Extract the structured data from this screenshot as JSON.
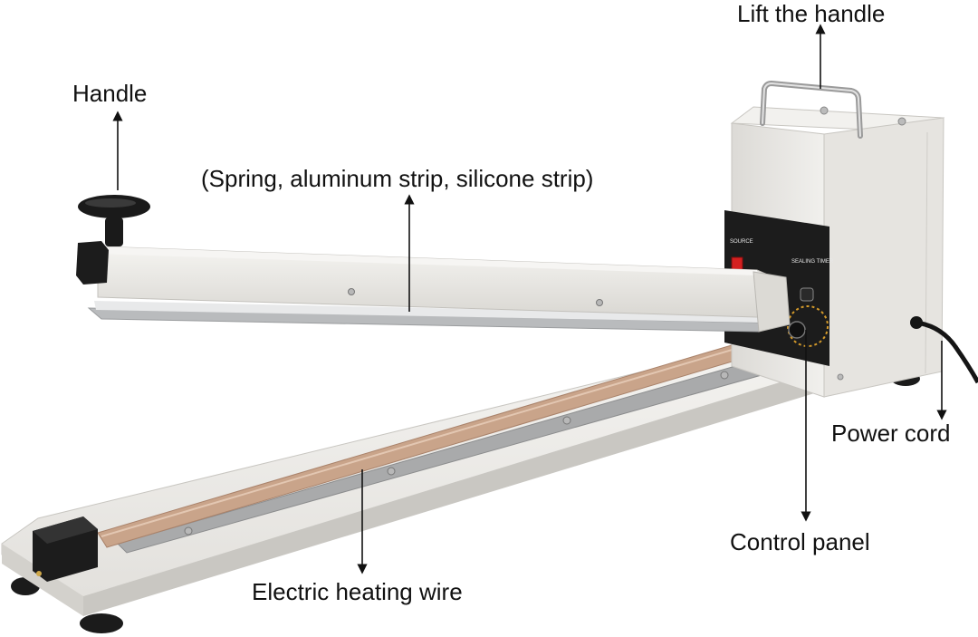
{
  "labels": {
    "lift_handle": "Lift the handle",
    "handle": "Handle",
    "upper_arm": "(Spring, aluminum strip, silicone strip)",
    "power_cord": "Power cord",
    "control_panel": "Control panel",
    "heating_wire": "Electric heating wire"
  },
  "panel_text": {
    "source": "SOURCE",
    "timer": "SEALING TIMER"
  },
  "colors": {
    "body": "#ecebe8",
    "body_shade": "#cfcdc8",
    "panel": "#1c1c1c",
    "switch": "#d42020",
    "heating_strip": "#c9a48a",
    "handle": "#1a1a1a",
    "arrow": "#111111"
  }
}
